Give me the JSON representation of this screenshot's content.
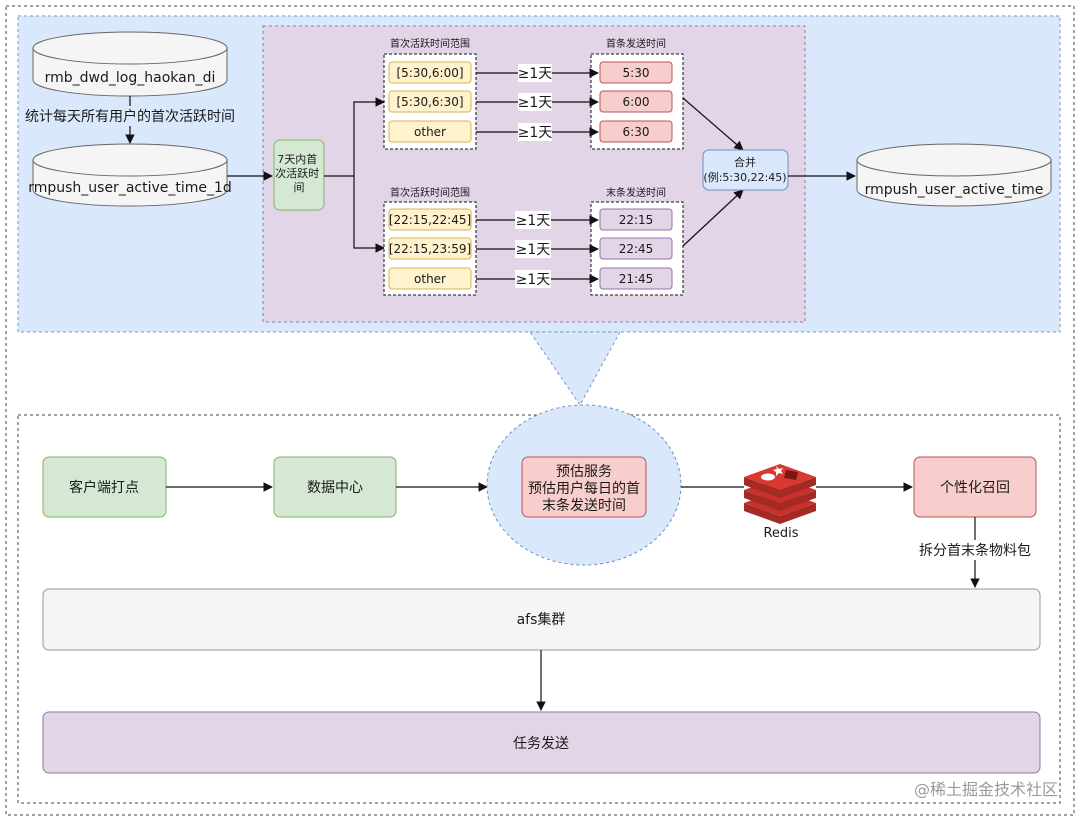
{
  "top_section": {
    "db_log": "rmb_dwd_log_haokan_di",
    "db_log_note": "统计每天所有用户的首次活跃时间",
    "db_active_1d": "rmpush_user_active_time_1d",
    "range_node": "7天内首次活跃时间",
    "first_group": {
      "range_header": "首次活跃时间范围",
      "send_header": "首条发送时间",
      "rows": [
        {
          "range": "[5:30,6:00]",
          "cond": "≥1天",
          "send": "5:30"
        },
        {
          "range": "[5:30,6:30]",
          "cond": "≥1天",
          "send": "6:00"
        },
        {
          "range": "other",
          "cond": "≥1天",
          "send": "6:30"
        }
      ]
    },
    "last_group": {
      "range_header": "首次活跃时间范围",
      "send_header": "末条发送时间",
      "rows": [
        {
          "range": "[22:15,22:45]",
          "cond": "≥1天",
          "send": "22:15"
        },
        {
          "range": "[22:15,23:59]",
          "cond": "≥1天",
          "send": "22:45"
        },
        {
          "range": "other",
          "cond": "≥1天",
          "send": "21:45"
        }
      ]
    },
    "merge_title": "合并",
    "merge_example": "(例:5:30,22:45)",
    "db_output": "rmpush_user_active_time"
  },
  "bottom_section": {
    "client": "客户端打点",
    "data_center": "数据中心",
    "predict_line1": "预估服务",
    "predict_line2": "预估用户每日的首",
    "predict_line3": "末条发送时间",
    "redis_label": "Redis",
    "recall": "个性化召回",
    "split_note": "拆分首末条物料包",
    "afs": "afs集群",
    "task": "任务发送"
  },
  "watermark": "@稀土掘金技术社区",
  "colors": {
    "blue_panel": "#dae8fc",
    "purple_panel": "#e1d5e7",
    "green_node": "#d5e8d4",
    "yellow_node": "#fff2cc",
    "red_node": "#f8cecc",
    "gray_bar": "#f5f5f5",
    "redis_red": "#c8312b"
  }
}
